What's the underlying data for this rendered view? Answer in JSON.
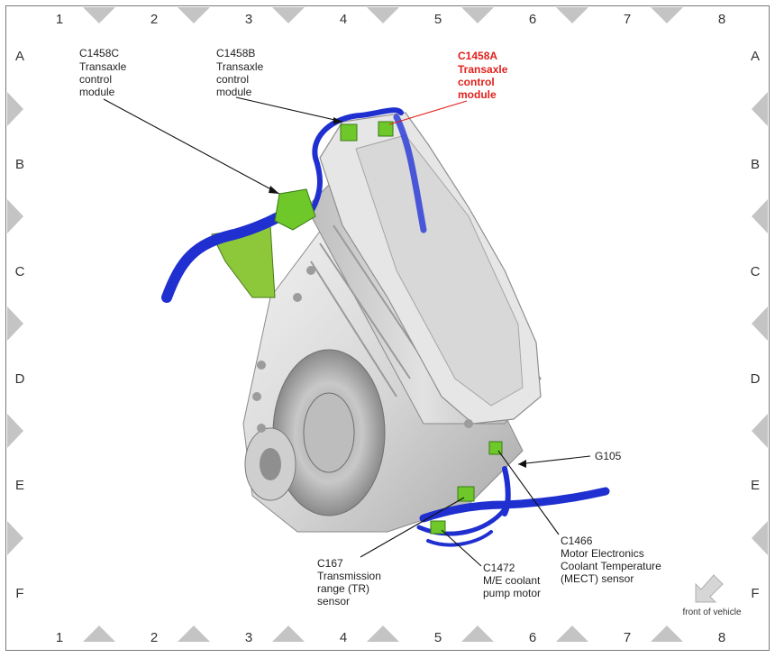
{
  "grid": {
    "columns": [
      "1",
      "2",
      "3",
      "4",
      "5",
      "6",
      "7",
      "8"
    ],
    "rows": [
      "A",
      "B",
      "C",
      "D",
      "E",
      "F"
    ]
  },
  "callouts": {
    "c1458c": {
      "id": "C1458C",
      "lines": [
        "Transaxle",
        "control",
        "module"
      ]
    },
    "c1458b": {
      "id": "C1458B",
      "lines": [
        "Transaxle",
        "control",
        "module"
      ]
    },
    "c1458a": {
      "id": "C1458A",
      "lines": [
        "Transaxle",
        "control",
        "module"
      ]
    },
    "g105": {
      "id": "G105"
    },
    "c1466": {
      "id": "C1466",
      "lines": [
        "Motor Electronics",
        "Coolant Temperature",
        "(MECT) sensor"
      ]
    },
    "c1472": {
      "id": "C1472",
      "lines": [
        "M/E coolant",
        "pump motor"
      ]
    },
    "c167": {
      "id": "C167",
      "lines": [
        "Transmission",
        "range (TR)",
        "sensor"
      ]
    }
  },
  "orientation": {
    "label": "front of vehicle"
  },
  "colors": {
    "harness": "#1f2fd0",
    "connector": "#6ec82a",
    "highlight": "#e0201c",
    "engine": "#d9d9d9"
  }
}
